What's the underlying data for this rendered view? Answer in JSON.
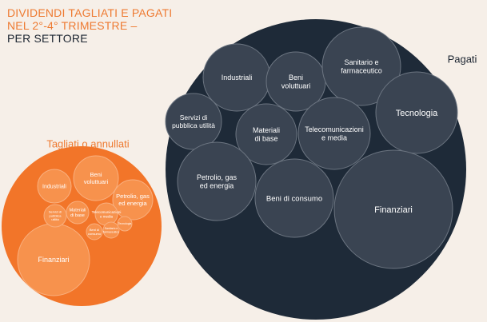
{
  "title_lines": [
    "Dividendi tagliati e pagati",
    "nel 2°-4° trimestre –",
    "per settore"
  ],
  "colors": {
    "background": "#f6efe8",
    "cut_outer": "#f27529",
    "cut_bubble": "#f7924d",
    "cut_stroke": "#f9b07f",
    "paid_outer": "#1e2a38",
    "paid_bubble": "#3a4452",
    "paid_stroke": "#6c7581",
    "title_orange": "#ee7a31",
    "title_dark": "#1b2430"
  },
  "chart_data": [
    {
      "type": "bubble",
      "name": "Tagliati o annullati",
      "items": [
        {
          "sector": "Finanziari",
          "lines": [
            "Finanziari"
          ]
        },
        {
          "sector": "Beni voluttuari",
          "lines": [
            "Beni",
            "voluttuari"
          ]
        },
        {
          "sector": "Petrolio, gas ed energia",
          "lines": [
            "Petrolio, gas",
            "ed energia"
          ]
        },
        {
          "sector": "Industriali",
          "lines": [
            "Industriali"
          ]
        },
        {
          "sector": "Materiali di base",
          "lines": [
            "Materiali",
            "di base"
          ]
        },
        {
          "sector": "Telecomunicazioni e media",
          "lines": [
            "Telecomunicazioni",
            "e media"
          ]
        },
        {
          "sector": "Servizi di pubblica utilità",
          "lines": [
            "Servizi di",
            "pubblica",
            "utilità"
          ]
        },
        {
          "sector": "Beni di consumo",
          "lines": [
            "Beni di",
            "consumo"
          ]
        },
        {
          "sector": "Sanitario e farmaceutico",
          "lines": [
            "Sanitario e",
            "farmaceutico"
          ]
        },
        {
          "sector": "Tecnologia",
          "lines": [
            "Tecnologia"
          ]
        }
      ]
    },
    {
      "type": "bubble",
      "name": "Pagati",
      "items": [
        {
          "sector": "Industriali",
          "lines": [
            "Industriali"
          ]
        },
        {
          "sector": "Beni voluttuari",
          "lines": [
            "Beni",
            "voluttuari"
          ]
        },
        {
          "sector": "Sanitario e farmaceutico",
          "lines": [
            "Sanitario e",
            "farmaceutico"
          ]
        },
        {
          "sector": "Servizi di pubblica utilità",
          "lines": [
            "Servizi di",
            "pubblica utilità"
          ]
        },
        {
          "sector": "Materiali di base",
          "lines": [
            "Materiali",
            "di base"
          ]
        },
        {
          "sector": "Telecomunicazioni e media",
          "lines": [
            "Telecomunicazioni",
            "e media"
          ]
        },
        {
          "sector": "Tecnologia",
          "lines": [
            "Tecnologia"
          ]
        },
        {
          "sector": "Petrolio, gas ed energia",
          "lines": [
            "Petrolio, gas",
            "ed energia"
          ]
        },
        {
          "sector": "Beni di consumo",
          "lines": [
            "Beni di consumo"
          ]
        },
        {
          "sector": "Finanziari",
          "lines": [
            "Finanziari"
          ]
        }
      ]
    }
  ]
}
